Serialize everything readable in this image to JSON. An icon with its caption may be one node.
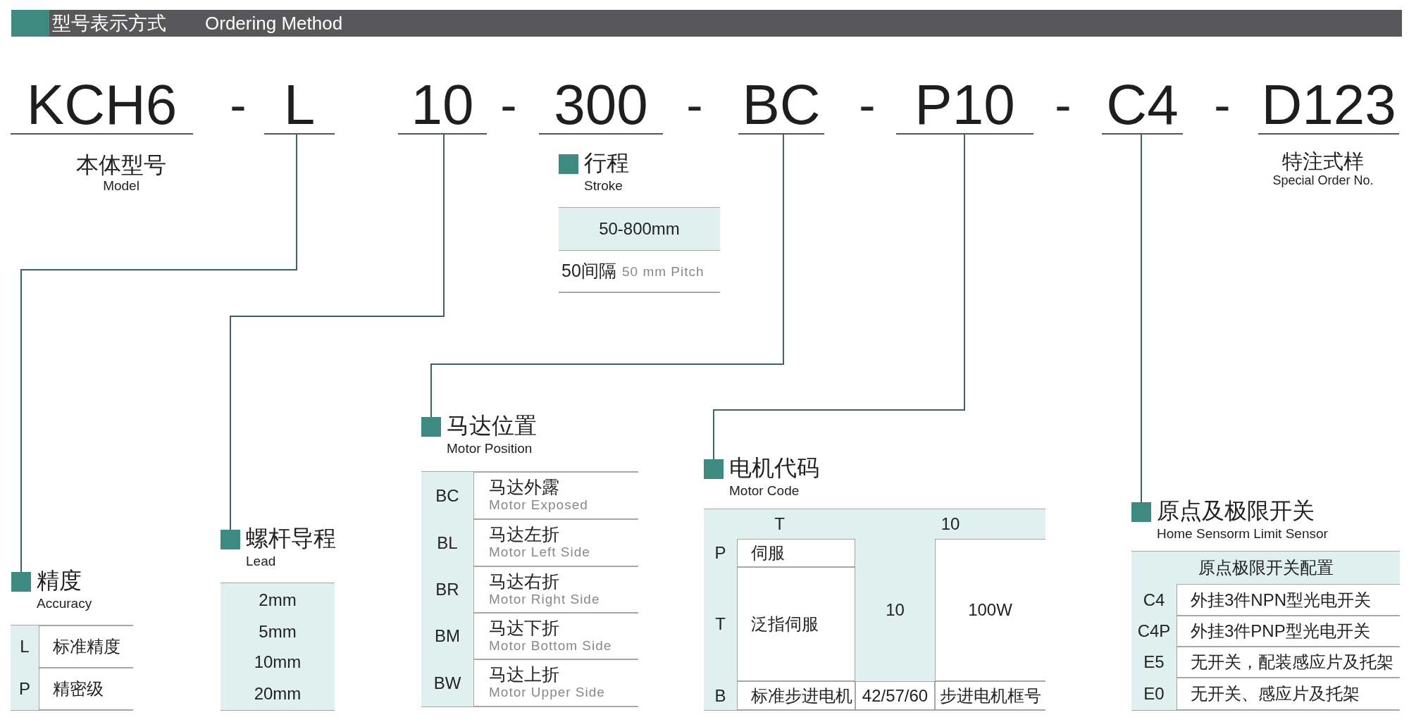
{
  "diagram": {
    "title": "型号表示方式",
    "nodes": [
      {
        "text": [
          "KCH6"
        ],
        "beside": [
          "本体型号",
          "Model"
        ]
      },
      {
        "text": [
          "L"
        ]
      },
      {
        "text": [
          "10"
        ]
      },
      {
        "text": [
          "300"
        ]
      },
      {
        "text": [
          "BC"
        ]
      },
      {
        "text": [
          "P10"
        ]
      },
      {
        "text": [
          "C4"
        ]
      },
      {
        "text": [
          "D123"
        ],
        "beside": [
          "特注式样",
          "Special Order No."
        ]
      },
      {
        "text": [
          "行程",
          "Stroke"
        ]
      },
      {
        "text": [
          "精度",
          "Accuracy"
        ]
      },
      {
        "text": [
          "螺杆导程",
          "Lead"
        ]
      },
      {
        "text": [
          "马达位置",
          "Motor Position"
        ]
      },
      {
        "text": [
          "电机代码",
          "Motor Code"
        ]
      },
      {
        "text": [
          "原点及极限开关",
          "Home Sensorm Limit Sensor"
        ]
      }
    ],
    "edges": [
      {
        "from": 1,
        "to": 9,
        "arrow": "none"
      },
      {
        "from": 2,
        "to": 10,
        "arrow": "none"
      },
      {
        "from": 4,
        "to": 11,
        "arrow": "none"
      },
      {
        "from": 5,
        "to": 12,
        "arrow": "none"
      },
      {
        "from": 6,
        "to": 13,
        "arrow": "none"
      }
    ],
    "labels": [
      "Ordering Method",
      "-",
      "-",
      "-",
      "-",
      "-",
      "-",
      "50-800mm",
      "50间隔",
      "50 mm Pitch",
      "L",
      "标准精度",
      "P",
      "精密级",
      "2mm",
      "5mm",
      "10mm",
      "20mm",
      "BC",
      "马达外露",
      "Motor Exposed",
      "BL",
      "马达左折",
      "Motor Left Side",
      "BR",
      "马达右折",
      "Motor Right Side",
      "BM",
      "马达下折",
      "Motor Bottom Side",
      "BW",
      "马达上折",
      "Motor Upper Side",
      "T",
      "10",
      "P",
      "伺服",
      "T",
      "泛指伺服",
      "10",
      "100W",
      "B",
      "标准步进电机",
      "42/57/60",
      "步进电机框号",
      "原点极限开关配置",
      "C4",
      "外挂3件NPN型光电开关",
      "C4P",
      "外挂3件PNP型光电开关",
      "E5",
      "无开关，配装感应片及托架",
      "E0",
      "无开关、感应片及托架"
    ]
  }
}
